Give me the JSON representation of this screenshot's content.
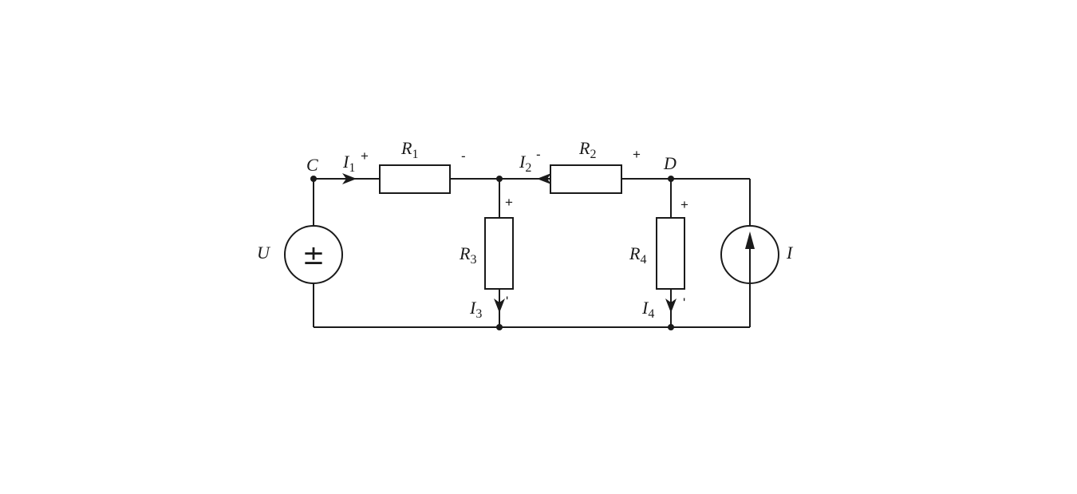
{
  "nodes": {
    "c": "C",
    "d": "D"
  },
  "resistors": {
    "r1": {
      "main": "R",
      "sub": "1"
    },
    "r2": {
      "main": "R",
      "sub": "2"
    },
    "r3": {
      "main": "R",
      "sub": "3"
    },
    "r4": {
      "main": "R",
      "sub": "4"
    }
  },
  "currents": {
    "i1": {
      "main": "I",
      "sub": "1"
    },
    "i2": {
      "main": "I",
      "sub": "2"
    },
    "i3": {
      "main": "I",
      "sub": "3"
    },
    "i4": {
      "main": "I",
      "sub": "4"
    }
  },
  "sources": {
    "voltage_label": "U",
    "voltage_symbol": "±",
    "current_label": "I"
  },
  "polarity": {
    "r1_left": "+",
    "r1_right": "-",
    "r2_left": "-",
    "r2_right": "+",
    "r3_top": "+",
    "r3_bottom": "'",
    "r4_top": "+",
    "r4_bottom": "'"
  }
}
